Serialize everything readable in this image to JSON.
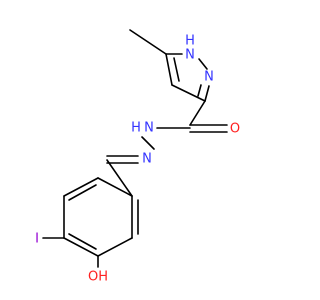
{
  "molecule": {
    "atoms": {
      "nh": "H",
      "n_ring_nh": "N",
      "n_ring": "N",
      "n_amide": "N",
      "h_amide": "H",
      "o_carbonyl": "O",
      "n_imine": "N",
      "iodine": "I",
      "hydroxyl": "OH"
    },
    "colors": {
      "bond": "#000000",
      "nitrogen": "#3333ff",
      "oxygen": "#ff2020",
      "iodine": "#9400d3"
    }
  }
}
